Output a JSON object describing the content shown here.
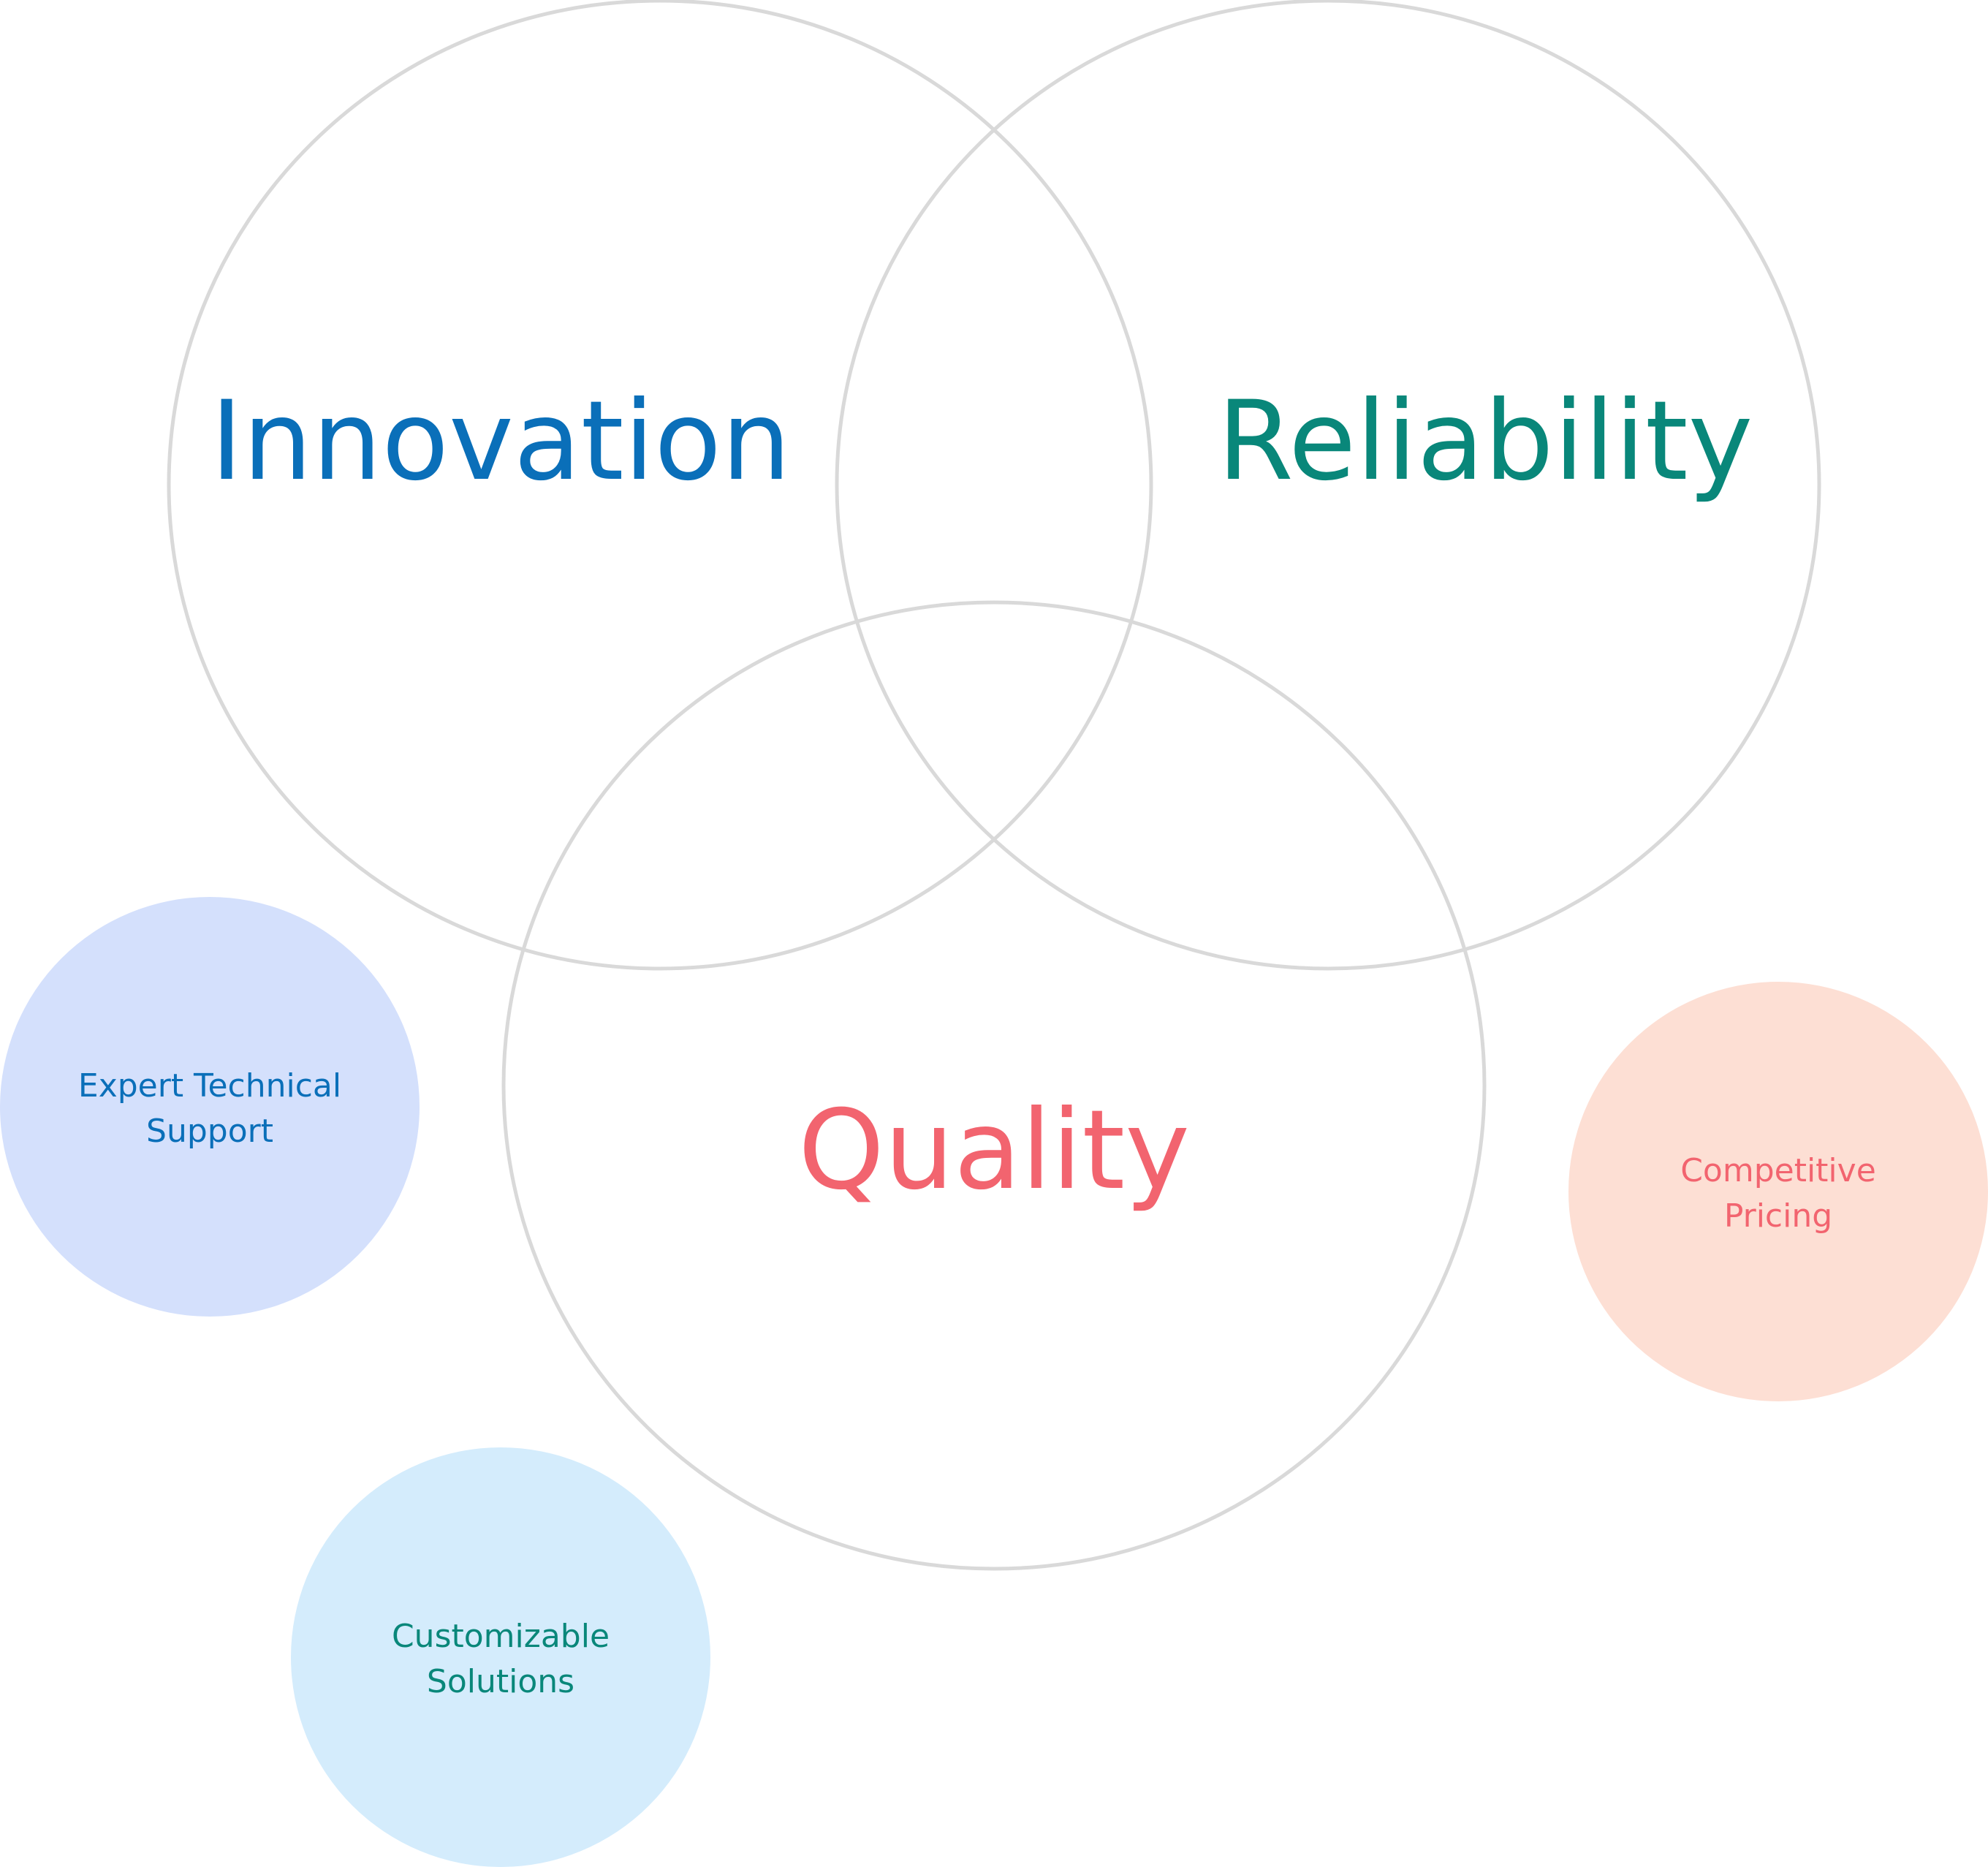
{
  "venn": {
    "circles": [
      {
        "label": "Innovation",
        "color": "#0a6fb9"
      },
      {
        "label": "Reliability",
        "color": "#09877a"
      },
      {
        "label": "Quality",
        "color": "#f2646f"
      }
    ],
    "outline_color": "#d9d9d9"
  },
  "bubbles": [
    {
      "lines": [
        "Expert Technical",
        "Support"
      ],
      "fill": "#d4e0fc",
      "text_color": "#0a6fb9"
    },
    {
      "lines": [
        "Competitive",
        "Pricing"
      ],
      "fill": "#fddfd4",
      "text_color": "#f2646f"
    },
    {
      "lines": [
        "Customizable",
        "Solutions"
      ],
      "fill": "#d4ecfc",
      "text_color": "#09877a"
    }
  ]
}
